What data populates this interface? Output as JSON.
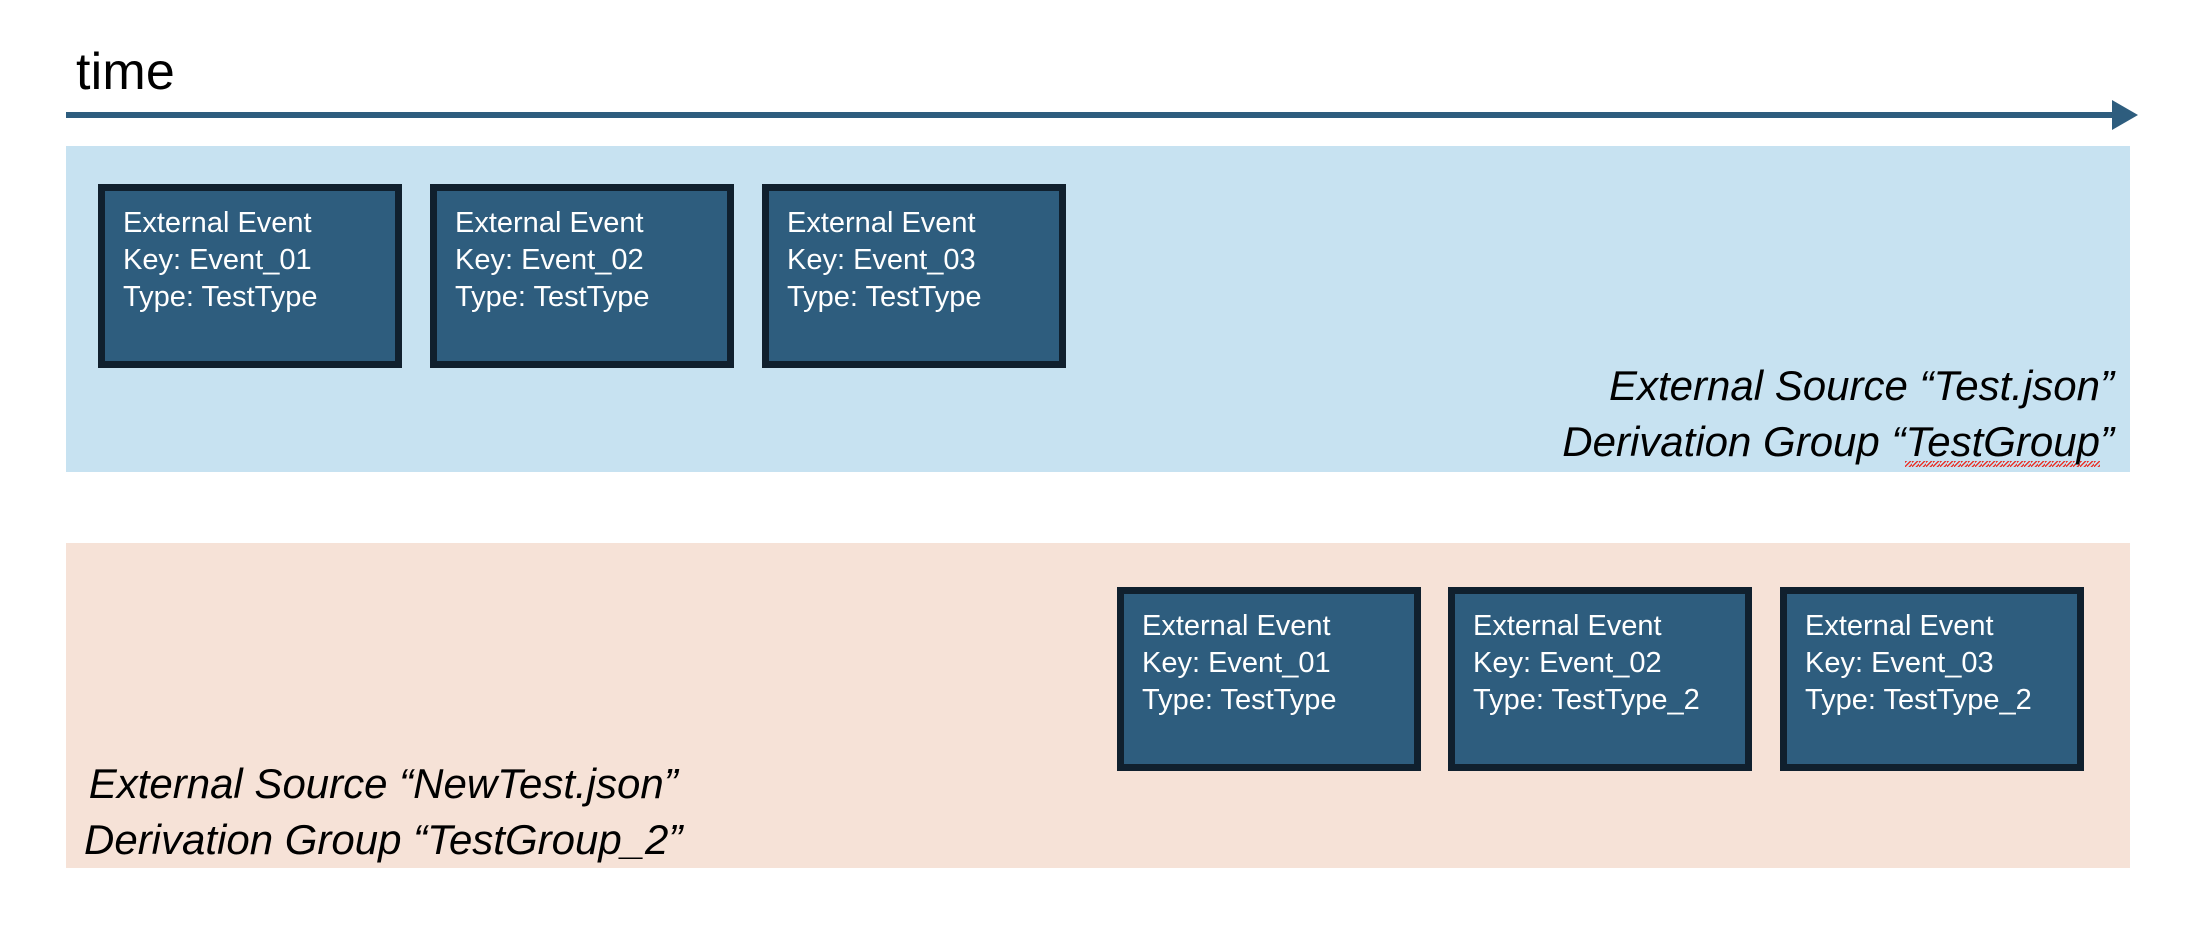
{
  "axis": {
    "label": "time",
    "line_color": "#2e5d7e",
    "arrow_direction": "right"
  },
  "colors": {
    "band_blue": "#c7e2f1",
    "band_peach": "#f6e2d7",
    "event_box_fill": "#2e5d7e",
    "event_box_border": "#10202e",
    "event_box_text": "#ffffff",
    "caption_text": "#000000",
    "spellcheck_underline": "#e8352c"
  },
  "lanes": [
    {
      "id": "lane-blue",
      "background": "#c7e2f1",
      "caption": {
        "align": "right",
        "line1": "External Source “Test.json”",
        "line2_prefix": "Derivation Group “",
        "line2_spellchecked": "TestGroup",
        "line2_suffix": "”",
        "spellcheck_underline": true
      },
      "events": [
        {
          "title": "External Event",
          "key": "Key: Event_01",
          "type": "Type: TestType"
        },
        {
          "title": "External Event",
          "key": "Key: Event_02",
          "type": "Type: TestType"
        },
        {
          "title": "External Event",
          "key": "Key: Event_03",
          "type": "Type: TestType"
        }
      ]
    },
    {
      "id": "lane-peach",
      "background": "#f6e2d7",
      "caption": {
        "align": "center",
        "line1": "External Source “NewTest.json”",
        "line2_prefix": "Derivation Group “",
        "line2_spellchecked": "TestGroup_2",
        "line2_suffix": "”",
        "spellcheck_underline": false
      },
      "events": [
        {
          "title": "External Event",
          "key": "Key: Event_01",
          "type": "Type: TestType"
        },
        {
          "title": "External Event",
          "key": "Key: Event_02",
          "type": "Type: TestType_2"
        },
        {
          "title": "External Event",
          "key": "Key: Event_03",
          "type": "Type: TestType_2"
        }
      ]
    }
  ]
}
